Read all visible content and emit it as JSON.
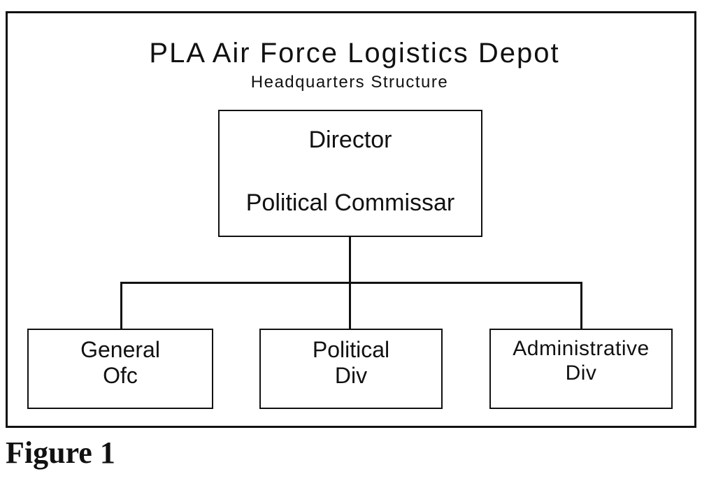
{
  "diagram": {
    "title": "PLA Air Force Logistics Depot",
    "subtitle": "Headquarters Structure",
    "top_box": {
      "line1": "Director",
      "line2": "Political Commissar"
    },
    "children": [
      {
        "line1": "General",
        "line2": "Ofc"
      },
      {
        "line1": "Political",
        "line2": "Div"
      },
      {
        "line1": "Administrative",
        "line2": "Div"
      }
    ]
  },
  "caption": "Figure 1"
}
